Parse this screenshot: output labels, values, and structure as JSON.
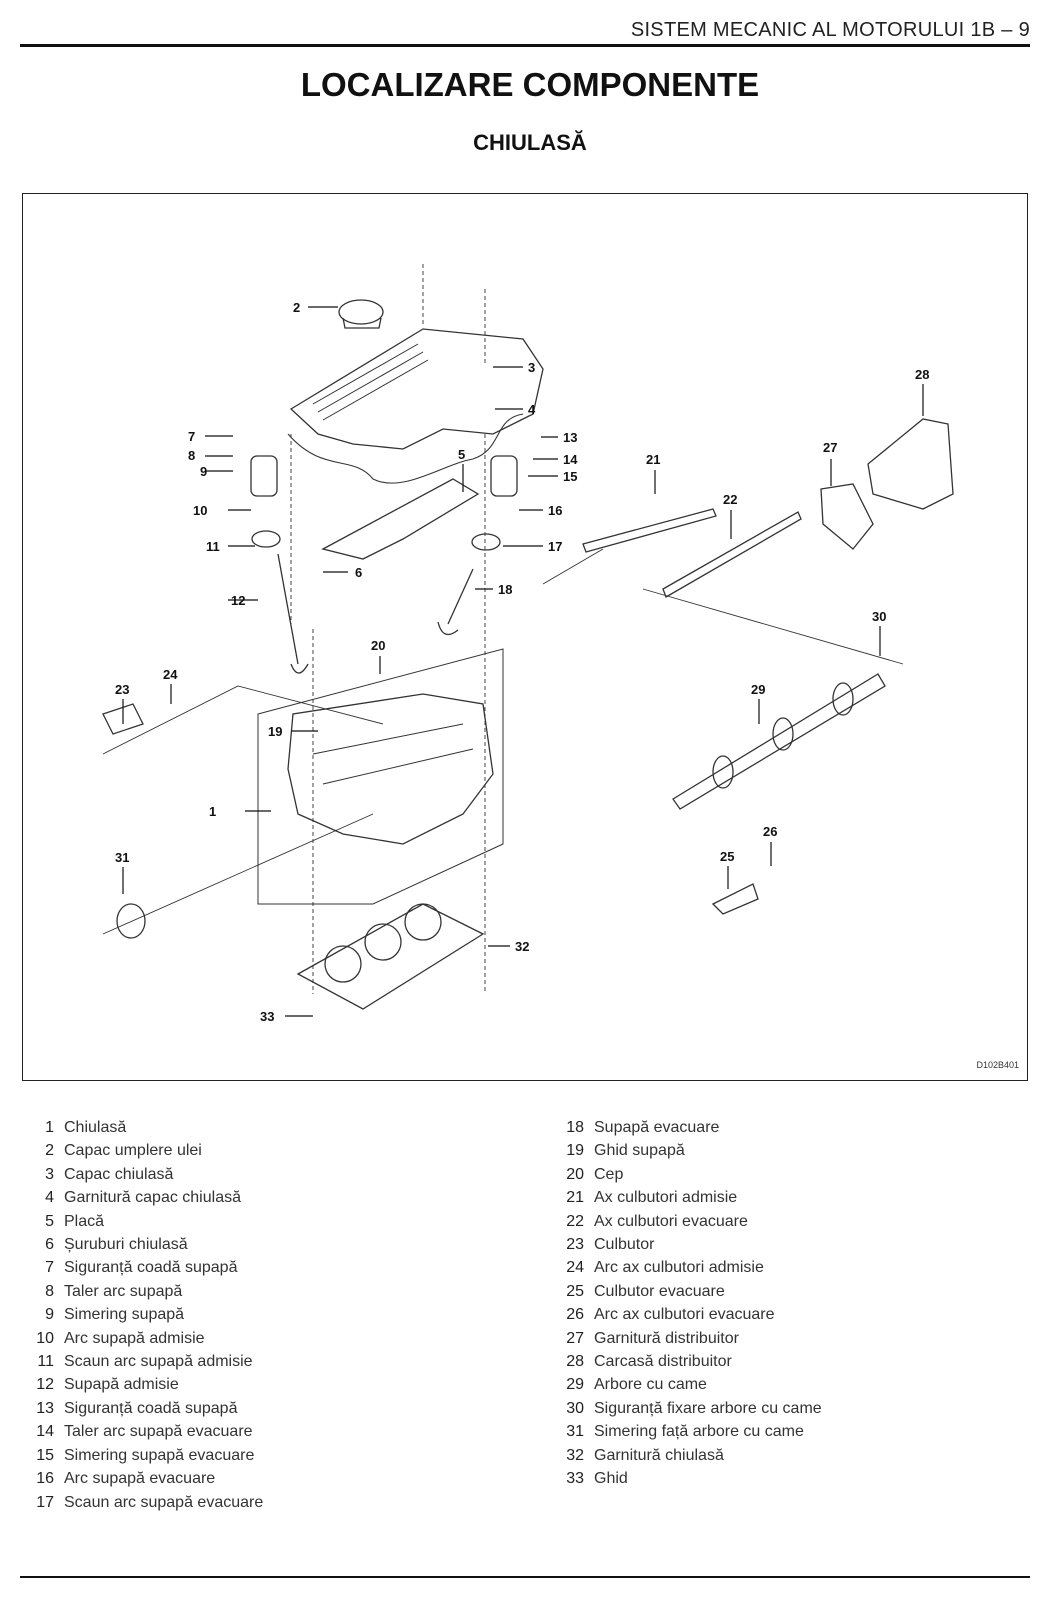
{
  "header": {
    "running_title": "SISTEM MECANIC AL MOTORULUI  1B – 9"
  },
  "page": {
    "title": "LOCALIZARE COMPONENTE",
    "subtitle": "CHIULASĂ"
  },
  "figure": {
    "id": "D102B401",
    "callouts": [
      "1",
      "2",
      "3",
      "4",
      "5",
      "6",
      "7",
      "8",
      "9",
      "10",
      "11",
      "12",
      "13",
      "14",
      "15",
      "16",
      "17",
      "18",
      "19",
      "20",
      "21",
      "22",
      "23",
      "24",
      "25",
      "26",
      "27",
      "28",
      "29",
      "30",
      "31",
      "32",
      "33"
    ]
  },
  "legend": {
    "col1": [
      {
        "num": "1",
        "label": "Chiulasă"
      },
      {
        "num": "2",
        "label": "Capac umplere ulei"
      },
      {
        "num": "3",
        "label": "Capac chiulasă"
      },
      {
        "num": "4",
        "label": "Garnitură capac chiulasă"
      },
      {
        "num": "5",
        "label": "Placă"
      },
      {
        "num": "6",
        "label": "Șuruburi chiulasă"
      },
      {
        "num": "7",
        "label": "Siguranță coadă supapă"
      },
      {
        "num": "8",
        "label": "Taler arc supapă"
      },
      {
        "num": "9",
        "label": "Simering supapă"
      },
      {
        "num": "10",
        "label": "Arc supapă admisie"
      },
      {
        "num": "11",
        "label": "Scaun arc supapă admisie"
      },
      {
        "num": "12",
        "label": "Supapă admisie"
      },
      {
        "num": "13",
        "label": "Siguranță coadă supapă"
      },
      {
        "num": "14",
        "label": "Taler arc supapă evacuare"
      },
      {
        "num": "15",
        "label": "Simering supapă evacuare"
      },
      {
        "num": "16",
        "label": "Arc supapă evacuare"
      },
      {
        "num": "17",
        "label": "Scaun arc supapă evacuare"
      }
    ],
    "col2": [
      {
        "num": "18",
        "label": "Supapă evacuare"
      },
      {
        "num": "19",
        "label": "Ghid supapă"
      },
      {
        "num": "20",
        "label": "Cep"
      },
      {
        "num": "21",
        "label": "Ax culbutori admisie"
      },
      {
        "num": "22",
        "label": "Ax culbutori evacuare"
      },
      {
        "num": "23",
        "label": "Culbutor"
      },
      {
        "num": "24",
        "label": "Arc ax culbutori admisie"
      },
      {
        "num": "25",
        "label": "Culbutor evacuare"
      },
      {
        "num": "26",
        "label": "Arc ax culbutori evacuare"
      },
      {
        "num": "27",
        "label": "Garnitură distribuitor"
      },
      {
        "num": "28",
        "label": "Carcasă distribuitor"
      },
      {
        "num": "29",
        "label": "Arbore cu came"
      },
      {
        "num": "30",
        "label": "Siguranță fixare arbore cu came"
      },
      {
        "num": "31",
        "label": "Simering față arbore cu came"
      },
      {
        "num": "32",
        "label": "Garnitură chiulasă"
      },
      {
        "num": "33",
        "label": "Ghid"
      }
    ]
  }
}
